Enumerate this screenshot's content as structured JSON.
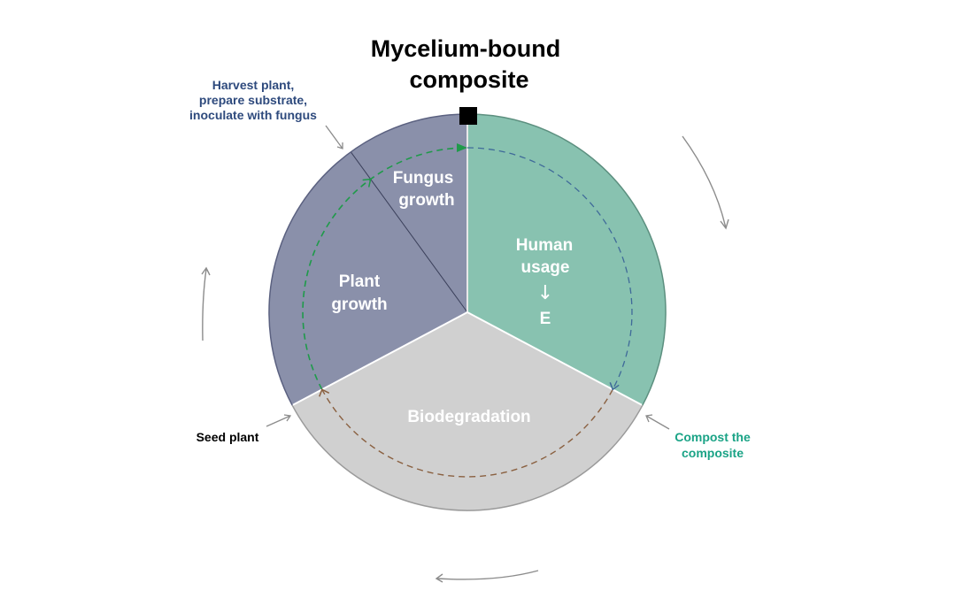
{
  "title": {
    "line1": "Mycelium-bound",
    "line2": "composite"
  },
  "segments": [
    {
      "id": "fungus",
      "lines": [
        "Fungus",
        "growth"
      ],
      "color": "#8a90aa"
    },
    {
      "id": "plant",
      "lines": [
        "Plant",
        "growth"
      ],
      "color": "#8a90aa"
    },
    {
      "id": "human",
      "lines": [
        "Human",
        "usage",
        "↓",
        "E"
      ],
      "color": "#88c2b0"
    },
    {
      "id": "biodegradation",
      "lines": [
        "Biodegradation"
      ],
      "color": "#d0d0d0"
    }
  ],
  "annotations": {
    "harvest": {
      "lines": [
        "Harvest plant,",
        "prepare substrate,",
        "inoculate with fungus"
      ],
      "color": "#2e4a7d"
    },
    "compost": {
      "lines": [
        "Compost the",
        "composite"
      ],
      "color": "#1aa386"
    },
    "seed": {
      "lines": [
        "Seed plant"
      ],
      "color": "#000000"
    }
  },
  "colors": {
    "purple_segment": "#8a90aa",
    "teal_segment": "#88c2b0",
    "grey_segment": "#d0d0d0",
    "green_dash": "#1f9a4a",
    "blue_dash": "#3f6a99",
    "brown_dash": "#8a6040",
    "arrow_grey": "#8c8c8c",
    "marker": "#000000"
  }
}
